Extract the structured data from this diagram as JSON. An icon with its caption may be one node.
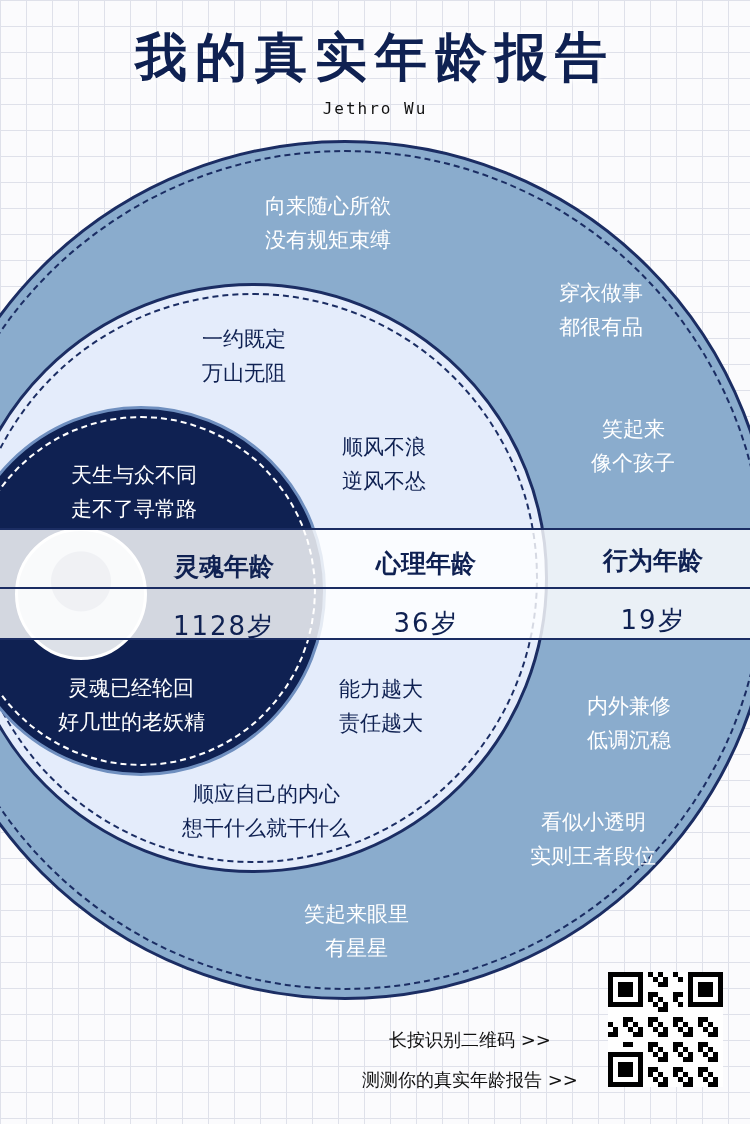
{
  "diagram": {
    "title": "我的真实年龄报告",
    "nodes": [
      {
        "text": [
          "向来随心所欲没有规矩束缚",
          "穿衣做事都很有品",
          "笑起来像个孩子",
          "行为年龄",
          "19岁",
          "内外兼修低调沉稳",
          "看似小透明实则王者段位",
          "笑起来眼里有星星"
        ]
      },
      {
        "text": [
          "一约既定万山无阻",
          "顺风不浪逆风不怂",
          "心理年龄",
          "36岁",
          "能力越大责任越大",
          "顺应自己的内心想干什么就干什么"
        ],
        "in": 0
      },
      {
        "text": [
          "天生与众不同走不了寻常路",
          "灵魂年龄",
          "1128岁",
          "灵魂已经轮回好几世的老妖精"
        ],
        "in": 1
      },
      {
        "text": [],
        "shape": "picture",
        "in": 2
      }
    ],
    "edges": [],
    "labels": [
      "Jethro Wu",
      "长按识别二维码 >>",
      "测测你的真实年龄报告 >>"
    ]
  }
}
